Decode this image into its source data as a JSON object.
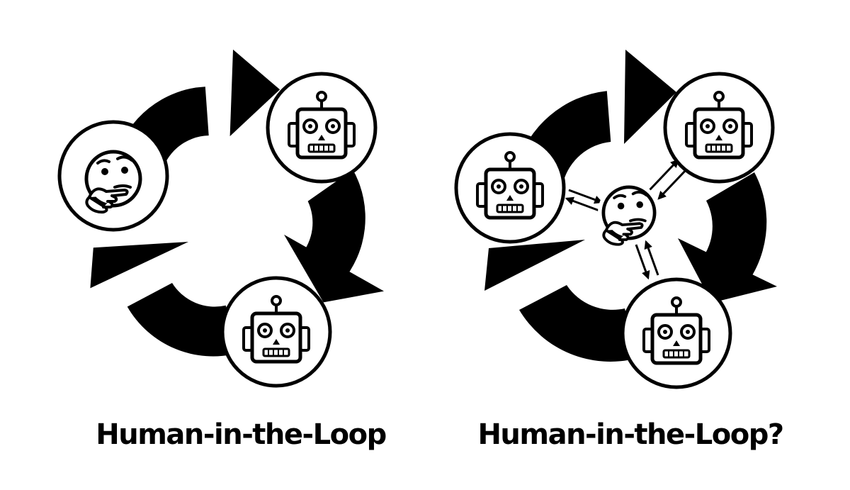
{
  "colors": {
    "ink": "#000000",
    "paper": "#ffffff"
  },
  "diagrams": [
    {
      "caption": "Human-in-the-Loop",
      "nodes": [
        {
          "role": "human",
          "icon": "thinking-face-icon"
        },
        {
          "role": "robot",
          "icon": "robot-icon"
        },
        {
          "role": "robot",
          "icon": "robot-icon"
        }
      ]
    },
    {
      "caption": "Human-in-the-Loop?",
      "nodes": [
        {
          "role": "robot",
          "icon": "robot-icon"
        },
        {
          "role": "robot",
          "icon": "robot-icon"
        },
        {
          "role": "robot",
          "icon": "robot-icon"
        },
        {
          "role": "human",
          "icon": "thinking-face-icon"
        }
      ]
    }
  ]
}
